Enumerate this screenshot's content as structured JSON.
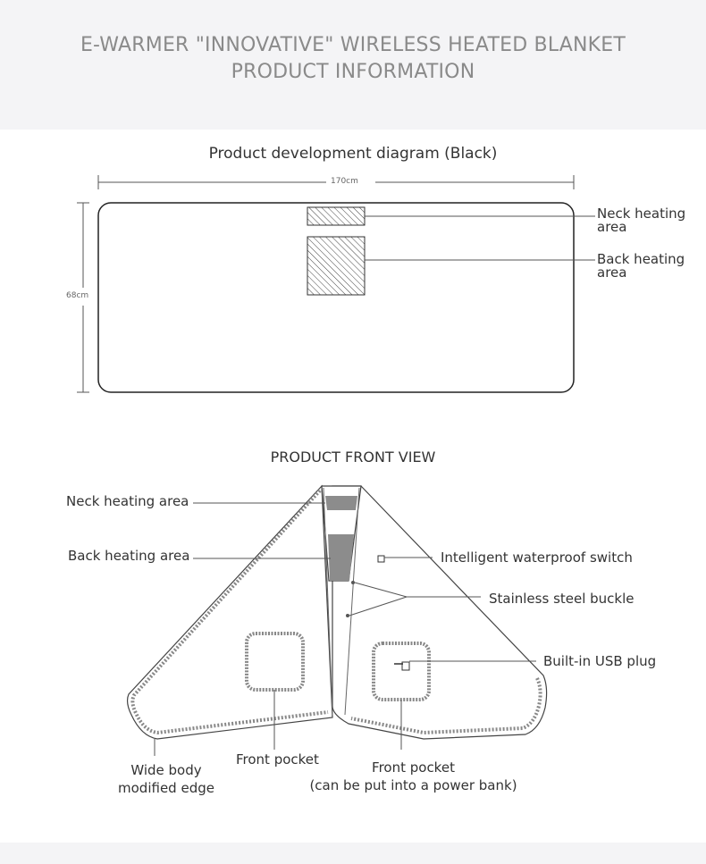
{
  "header": {
    "title_line1": "E-WARMER \"INNOVATIVE\" WIRELESS HEATED BLANKET",
    "title_line2": "PRODUCT INFORMATION"
  },
  "development": {
    "title": "Product development diagram (Black)",
    "width_label": "170cm",
    "height_label": "68cm",
    "neck_label_1": "Neck heating",
    "neck_label_2": "area",
    "back_label_1": "Back heating",
    "back_label_2": "area"
  },
  "front_view": {
    "title": "PRODUCT FRONT VIEW",
    "neck_heating": "Neck heating area",
    "back_heating": "Back heating area",
    "switch": "Intelligent waterproof switch",
    "buckle": "Stainless steel buckle",
    "usb": "Built-in USB plug",
    "edge_1": "Wide body",
    "edge_2": "modified edge",
    "pocket_left": "Front pocket",
    "pocket_right_1": "Front pocket",
    "pocket_right_2": "(can be put into a power bank)"
  },
  "colors": {
    "header_bg": "#f4f4f6",
    "title_text": "#8a8a8a",
    "line": "#333333",
    "heating_fill": "#8c8c8c"
  }
}
